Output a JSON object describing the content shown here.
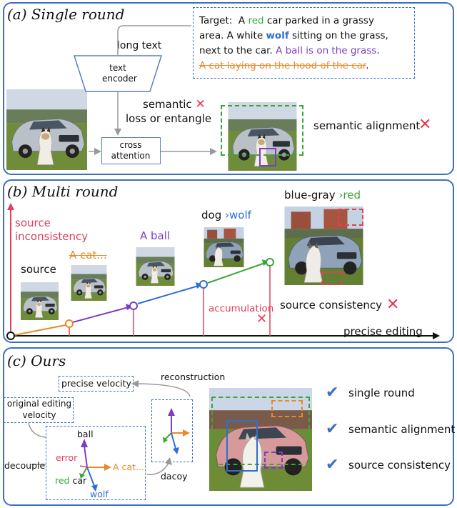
{
  "panel_a": {
    "title": "(a) Single round",
    "long_text": "long text",
    "text_encoder": [
      "text",
      "encoder"
    ],
    "cross_attention": [
      "cross",
      "attention"
    ],
    "target_prefix": "Target:",
    "target_line1_a": "A ",
    "target_line1_red": "red",
    "target_line1_b": " car parked in a grassy",
    "target_line2_a": "area. A white ",
    "target_line2_wolf": "wolf",
    "target_line2_b": " sitting on the grass,",
    "target_line3_a": "next to the car. ",
    "target_line3_ball": "A ball is on the grass",
    "target_line3_b": ".",
    "target_line4_strike": "A cat laying on the hood of the car",
    "target_line4_b": ".",
    "semantic": "semantic",
    "loss_entangle": "loss or entangle",
    "semantic_alignment": "semantic alignment"
  },
  "panel_b": {
    "title": "(b) Multi round",
    "source_inconsistency": [
      "source",
      "inconsistency"
    ],
    "source": "source",
    "a_cat": "A cat...",
    "a_ball": "A ball",
    "dog": "dog",
    "wolf": "wolf",
    "blue_gray": "blue-gray",
    "red": "red",
    "accumulation": "accumulation",
    "source_consistency": "source consistency",
    "precise_editing": "precise editing",
    "arrow_glyph": "›"
  },
  "panel_c": {
    "title": "(c) Ours",
    "precise_velocity": "precise velocity",
    "reconstruction": "reconstruction",
    "original_editing_velocity": [
      "original editing",
      "velocity"
    ],
    "decouple": "decouple",
    "ball": "ball",
    "error": "error",
    "a_cat": "A cat...",
    "red": "red",
    "car": "car",
    "wolf": "wolf",
    "decoy": "dacoy",
    "checks": [
      "single round",
      "semantic alignment",
      "source consistency"
    ]
  },
  "colors": {
    "frame": "#3b6fc4",
    "red": "#e0405a",
    "green": "#3aa63a",
    "blue": "#2e6fd0",
    "purple": "#7b3fbf",
    "orange": "#e78a2a"
  }
}
